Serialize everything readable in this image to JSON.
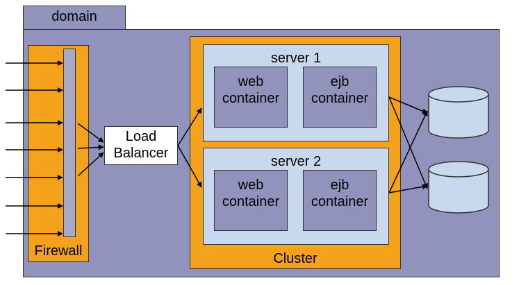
{
  "domain": {
    "label": "domain"
  },
  "firewall": {
    "label": "Firewall"
  },
  "load_balancer": {
    "line1": "Load",
    "line2": "Balancer"
  },
  "cluster": {
    "label": "Cluster",
    "servers": [
      {
        "label": "server 1",
        "web": [
          "web",
          "container"
        ],
        "ejb": [
          "ejb",
          "container"
        ]
      },
      {
        "label": "server 2",
        "web": [
          "web",
          "container"
        ],
        "ejb": [
          "ejb",
          "container"
        ]
      }
    ]
  },
  "databases": 2,
  "incoming_requests": 7
}
